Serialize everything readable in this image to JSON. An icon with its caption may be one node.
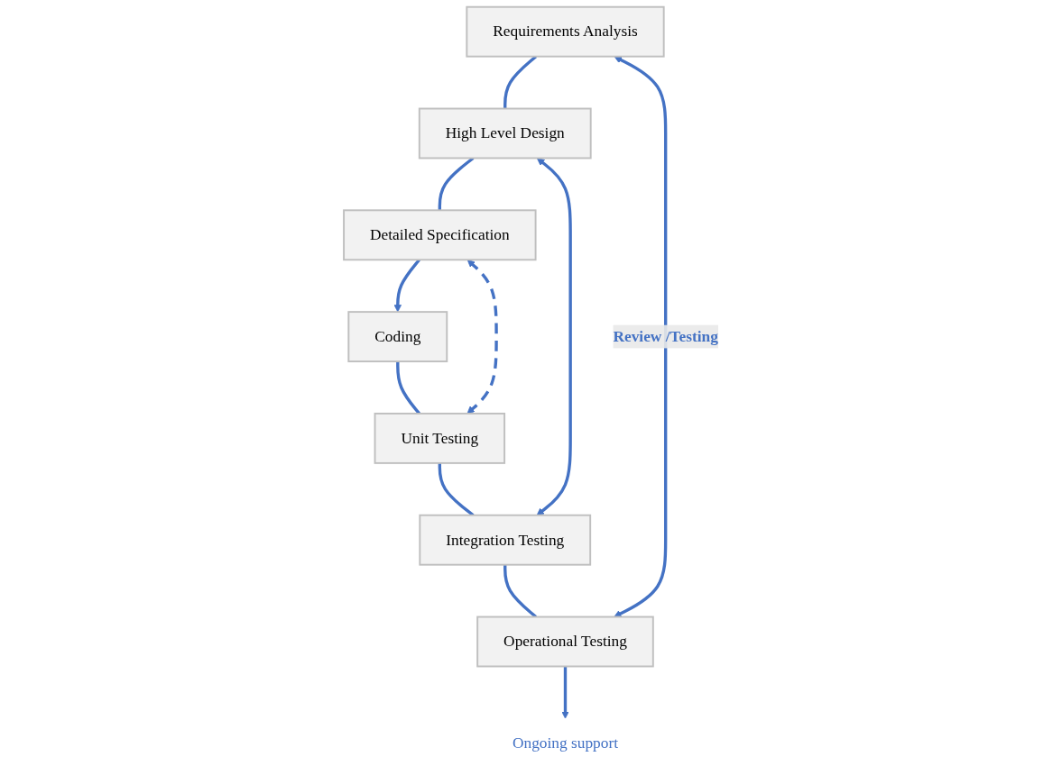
{
  "diagram": {
    "nodes": [
      {
        "text": [
          "Requirements Analysis"
        ]
      },
      {
        "text": [
          "High Level Design"
        ]
      },
      {
        "text": [
          "Detailed Specification"
        ]
      },
      {
        "text": [
          "Coding"
        ]
      },
      {
        "text": [
          "Unit Testing"
        ]
      },
      {
        "text": [
          "Integration Testing"
        ]
      },
      {
        "text": [
          "Operational Testing"
        ]
      },
      {
        "text": [
          "Ongoing support"
        ]
      }
    ],
    "edges": [
      {
        "from": 0,
        "to": 1,
        "arrow": "none"
      },
      {
        "from": 1,
        "to": 2,
        "arrow": "none"
      },
      {
        "from": 2,
        "to": 3,
        "arrow": "to"
      },
      {
        "from": 3,
        "to": 4,
        "arrow": "none"
      },
      {
        "from": 4,
        "to": 5,
        "arrow": "none"
      },
      {
        "from": 5,
        "to": 6,
        "arrow": "none"
      },
      {
        "from": 6,
        "to": 7,
        "arrow": "to"
      },
      {
        "from": 0,
        "to": 6,
        "arrow": "both",
        "label": "Review /Testing"
      },
      {
        "from": 1,
        "to": 5,
        "arrow": "both"
      },
      {
        "from": 2,
        "to": 4,
        "arrow": "both",
        "style": "dashed"
      }
    ]
  }
}
